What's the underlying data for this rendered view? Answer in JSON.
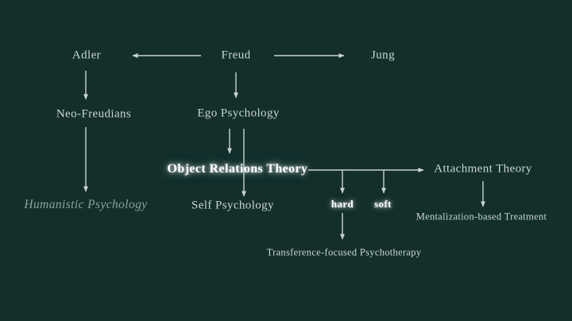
{
  "canvas": {
    "background_color": "#132e2b",
    "text_color": "#ccd7d3",
    "muted_text_color": "#8ea29c",
    "highlight_text_color": "#ffffff",
    "line_color": "#c9d4d0"
  },
  "nodes": {
    "adler": "Adler",
    "freud": "Freud",
    "jung": "Jung",
    "neo_freudians": "Neo-Freudians",
    "ego_psychology": "Ego Psychology",
    "object_relations_theory": "Object Relations Theory",
    "attachment_theory": "Attachment Theory",
    "humanistic_psychology": "Humanistic Psychology",
    "self_psychology": "Self Psychology",
    "hard": "hard",
    "soft": "soft",
    "mentalization_based_treatment": "Mentalization-based Treatment",
    "transference_focused_psychotherapy": "Transference-focused Psychotherapy"
  },
  "emphasis": {
    "highlighted_nodes": [
      "Object Relations Theory",
      "hard",
      "soft"
    ],
    "muted_italic_nodes": [
      "Humanistic Psychology"
    ]
  },
  "edges": [
    {
      "from": "Freud",
      "to": "Adler"
    },
    {
      "from": "Freud",
      "to": "Jung"
    },
    {
      "from": "Freud",
      "to": "Ego Psychology"
    },
    {
      "from": "Adler",
      "to": "Neo-Freudians"
    },
    {
      "from": "Neo-Freudians",
      "to": "Humanistic Psychology"
    },
    {
      "from": "Ego Psychology",
      "to": "Object Relations Theory"
    },
    {
      "from": "Ego Psychology",
      "to": "Self Psychology"
    },
    {
      "from": "Object Relations Theory",
      "to": "Attachment Theory"
    },
    {
      "from": "Object Relations Theory",
      "to": "hard"
    },
    {
      "from": "Object Relations Theory",
      "to": "soft"
    },
    {
      "from": "hard",
      "to": "Transference-focused Psychotherapy"
    },
    {
      "from": "Attachment Theory",
      "to": "Mentalization-based Treatment"
    }
  ]
}
